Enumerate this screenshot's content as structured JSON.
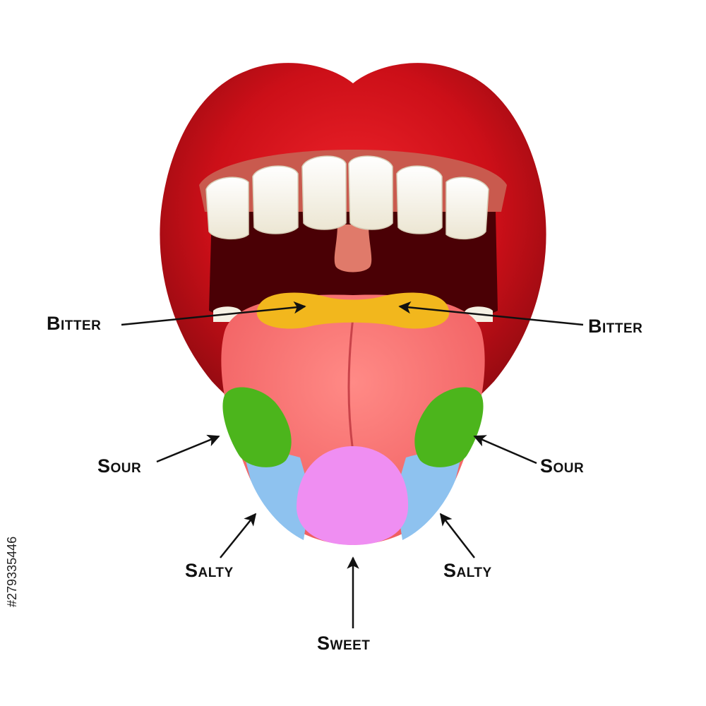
{
  "labels": {
    "bitter_left": "Bitter",
    "bitter_right": "Bitter",
    "sour_left": "Sour",
    "sour_right": "Sour",
    "salty_left": "Salty",
    "salty_right": "Salty",
    "sweet": "Sweet"
  },
  "stock_id": "#279335446",
  "colors": {
    "bitter": "#f2b71d",
    "sour": "#4cb51c",
    "salty": "#8ec2ef",
    "sweet": "#ef8ef2",
    "tongue": "#f26b6b",
    "lips": "#d3121b",
    "mouth_interior": "#4a0005",
    "teeth": "#f5f1e4",
    "arrow": "#111111"
  }
}
